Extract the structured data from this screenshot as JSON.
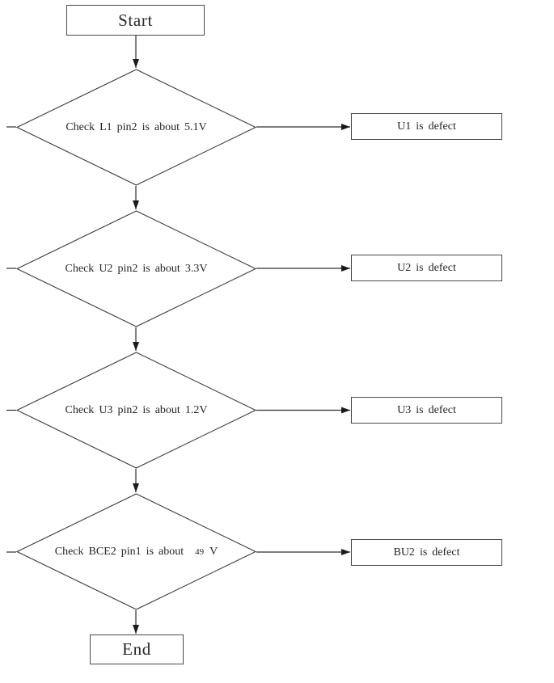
{
  "flowchart": {
    "start": {
      "label": "Start"
    },
    "end": {
      "label": "End"
    },
    "decisions": [
      {
        "label": "Check L1 pin2 is about 5.1V",
        "outcome": "U1 is defect"
      },
      {
        "label": "Check U2 pin2 is about 3.3V",
        "outcome": "U2 is defect"
      },
      {
        "label": "Check U3 pin2 is about 1.2V",
        "outcome": "U3 is defect"
      },
      {
        "label_prefix": "Check BCE2  pin1 is about",
        "label_value": "49",
        "label_suffix": "V",
        "outcome": "BU2 is defect"
      }
    ],
    "colors": {
      "line": "#2f2f2f",
      "shape_border": "#4a4a4a",
      "text": "#262626",
      "background": "#ffffff"
    }
  }
}
